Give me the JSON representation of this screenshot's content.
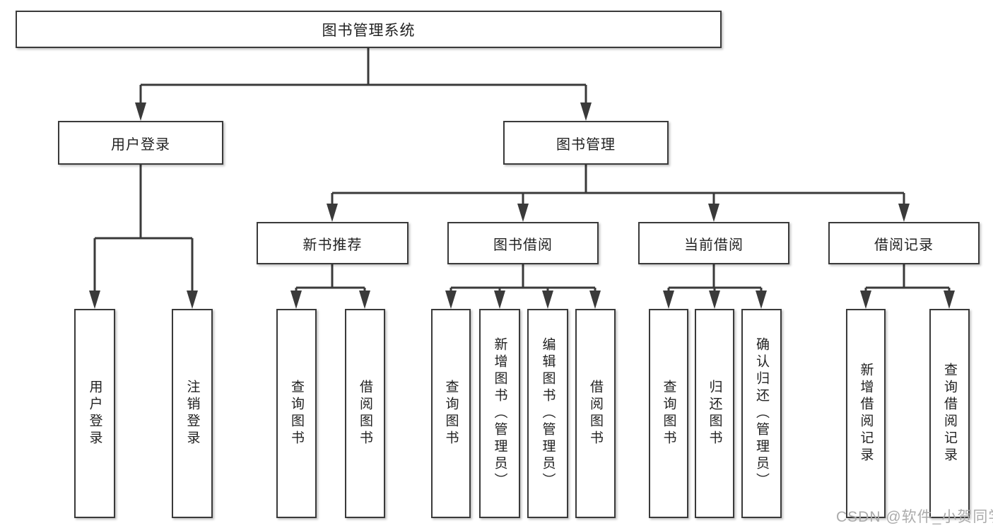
{
  "diagram": {
    "root": {
      "label": "图书管理系统"
    },
    "branches": [
      {
        "label": "用户登录",
        "leaves": [
          {
            "label": "用户登录"
          },
          {
            "label": "注销登录"
          }
        ]
      },
      {
        "label": "图书管理",
        "children": [
          {
            "label": "新书推荐",
            "leaves": [
              {
                "label": "查询图书"
              },
              {
                "label": "借阅图书"
              }
            ]
          },
          {
            "label": "图书借阅",
            "leaves": [
              {
                "label": "查询图书"
              },
              {
                "label": "新增图书（管理员）"
              },
              {
                "label": "编辑图书（管理员）"
              },
              {
                "label": "借阅图书"
              }
            ]
          },
          {
            "label": "当前借阅",
            "leaves": [
              {
                "label": "查询图书"
              },
              {
                "label": "归还图书"
              },
              {
                "label": "确认归还（管理员）"
              }
            ]
          },
          {
            "label": "借阅记录",
            "leaves": [
              {
                "label": "新增借阅记录"
              },
              {
                "label": "查询借阅记录"
              }
            ]
          }
        ]
      }
    ]
  },
  "watermark": {
    "text": "CSDN @软件_小贺同学"
  },
  "colors": {
    "line": "#3a3a3a",
    "box_border": "#3a3a3a",
    "text": "#222222",
    "watermark": "#ababab",
    "background": "#ffffff"
  }
}
